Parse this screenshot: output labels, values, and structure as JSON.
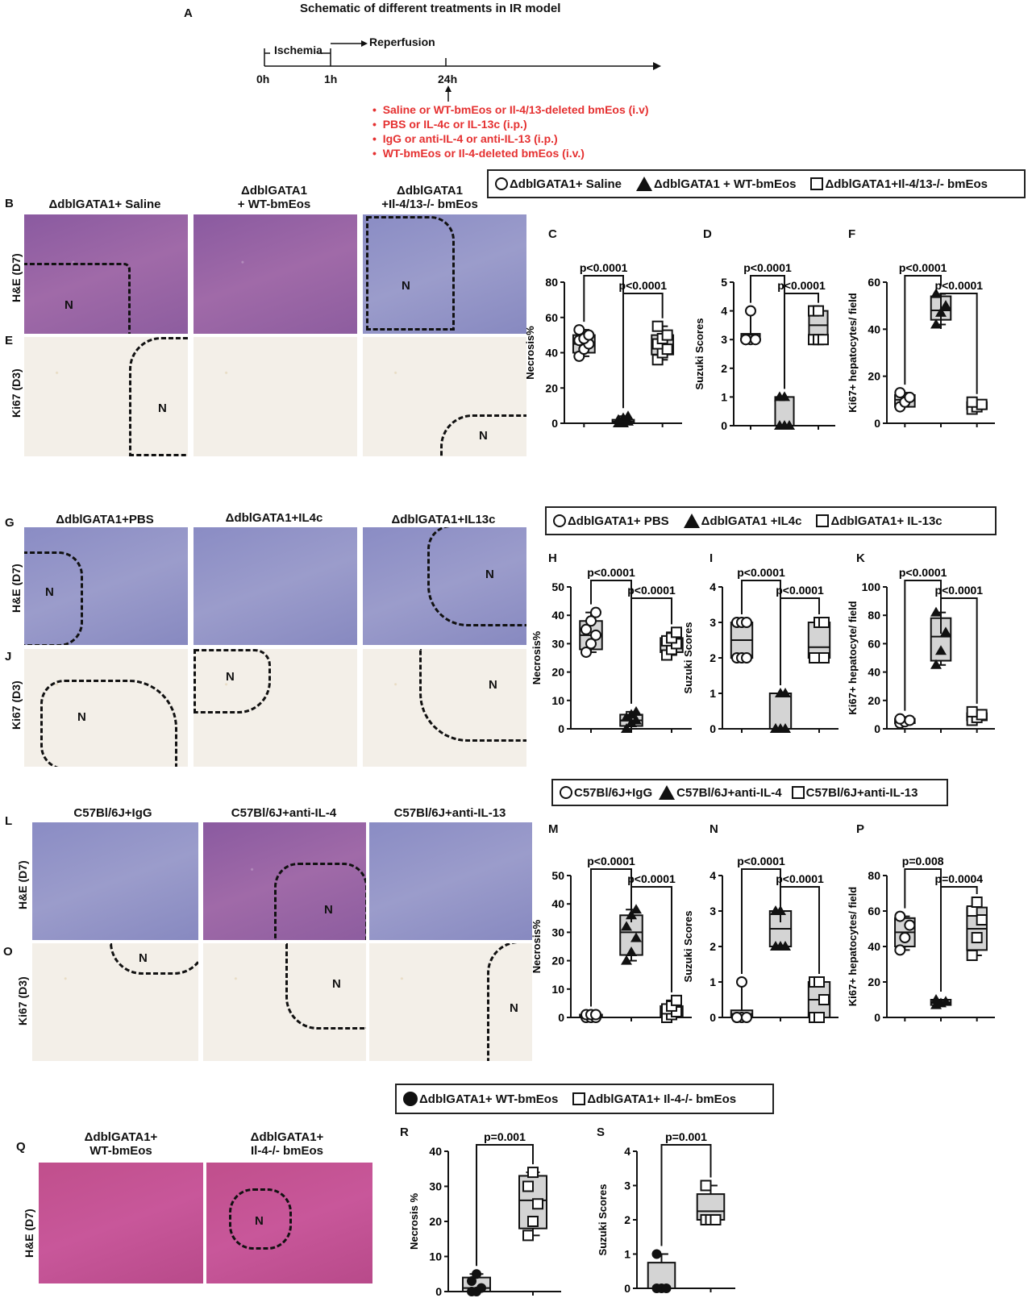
{
  "schematic": {
    "label": "A",
    "title": "Schematic of different treatments in IR model",
    "ischemia": "Ischemia",
    "reperfusion": "Reperfusion",
    "ticks": [
      "0h",
      "1h",
      "24h"
    ],
    "treatments": [
      "Saline or WT-bmEos or Il-4/13-deleted bmEos (i.v)",
      "PBS or IL-4c or IL-13c (i.p.)",
      "IgG or anti-IL-4 or anti-IL-13 (i.p.)",
      "WT-bmEos or Il-4-deleted bmEos (i.v.)"
    ],
    "treatment_color": "#e53030"
  },
  "row1": {
    "legend": [
      "ΔdblGATA1+ Saline",
      "ΔdblGATA1 + WT-bmEos",
      "ΔdblGATA1+Il-4/13-/- bmEos"
    ],
    "col_titles": [
      "ΔdblGATA1+ Saline",
      "ΔdblGATA1\n+ WT-bmEos",
      "ΔdblGATA1\n+Il-4/13-/- bmEos"
    ],
    "labels": {
      "B": "B",
      "E": "E",
      "C": "C",
      "D": "D",
      "F": "F"
    },
    "row_he": "H&E (D7)",
    "row_ki": "Ki67 (D3)",
    "N": "N"
  },
  "row2": {
    "legend": [
      "ΔdblGATA1+ PBS",
      "ΔdblGATA1 +IL4c",
      "ΔdblGATA1+ IL-13c"
    ],
    "col_titles": [
      "ΔdblGATA1+PBS",
      "ΔdblGATA1+IL4c",
      "ΔdblGATA1+IL13c"
    ],
    "labels": {
      "G": "G",
      "J": "J",
      "H": "H",
      "I": "I",
      "K": "K"
    },
    "row_he": "H&E (D7)",
    "row_ki": "Ki67 (D3)",
    "N": "N"
  },
  "row3": {
    "legend": [
      "C57Bl/6J+IgG",
      "C57Bl/6J+anti-IL-4",
      "C57Bl/6J+anti-IL-13"
    ],
    "col_titles": [
      "C57Bl/6J+IgG",
      "C57Bl/6J+anti-IL-4",
      "C57Bl/6J+anti-IL-13"
    ],
    "labels": {
      "L": "L",
      "O": "O",
      "M": "M",
      "N": "N",
      "P": "P"
    },
    "row_he": "H&E (D7)",
    "row_ki": "Ki67 (D3)",
    "N": "N"
  },
  "row4": {
    "legend": [
      "ΔdblGATA1+ WT-bmEos",
      "ΔdblGATA1+ Il-4-/- bmEos"
    ],
    "col_titles": [
      "ΔdblGATA1+\nWT-bmEos",
      "ΔdblGATA1+\nIl-4-/- bmEos"
    ],
    "labels": {
      "Q": "Q",
      "R": "R",
      "S": "S"
    },
    "row_he": "H&E (D7)",
    "N": "N"
  },
  "chart_data": [
    {
      "id": "C",
      "type": "box",
      "ylabel": "Necrosis%",
      "ylim": [
        0,
        80
      ],
      "yticks": [
        0,
        20,
        40,
        60,
        80
      ],
      "groups": [
        {
          "marker": "circle",
          "points": [
            38,
            42,
            45,
            47,
            48,
            50,
            53
          ],
          "box": [
            40,
            50
          ],
          "median": 45
        },
        {
          "marker": "triangle",
          "points": [
            0,
            0,
            1,
            2,
            3,
            4
          ],
          "box": [
            0,
            2
          ],
          "median": 1
        },
        {
          "marker": "square",
          "points": [
            36,
            40,
            42,
            45,
            48,
            50,
            55
          ],
          "box": [
            39,
            50
          ],
          "median": 44
        }
      ],
      "pvals": [
        {
          "text": "p<0.0001",
          "from": 0,
          "to": 1
        },
        {
          "text": "p<0.0001",
          "from": 1,
          "to": 2
        }
      ]
    },
    {
      "id": "D",
      "type": "box",
      "ylabel": "Suzuki Scores",
      "ylim": [
        0,
        5
      ],
      "yticks": [
        0,
        1,
        2,
        3,
        4,
        5
      ],
      "groups": [
        {
          "marker": "circle",
          "points": [
            3,
            3,
            3,
            3,
            4
          ],
          "box": [
            3,
            3.2
          ],
          "median": 3.1
        },
        {
          "marker": "triangle",
          "points": [
            0,
            0,
            0,
            1,
            1
          ],
          "box": [
            0,
            1
          ],
          "median": 0
        },
        {
          "marker": "square",
          "points": [
            3,
            3,
            3,
            4,
            4
          ],
          "box": [
            3,
            4
          ],
          "median": 3.5
        }
      ],
      "pvals": [
        {
          "text": "p<0.0001",
          "from": 0,
          "to": 1
        },
        {
          "text": "p<0.0001",
          "from": 1,
          "to": 2
        }
      ]
    },
    {
      "id": "F",
      "type": "box",
      "ylabel": "Ki67+ hepatocytes/ field",
      "ylim": [
        0,
        60
      ],
      "yticks": [
        0,
        20,
        40,
        60
      ],
      "groups": [
        {
          "marker": "circle",
          "points": [
            7,
            9,
            11,
            13
          ],
          "box": [
            7,
            12
          ],
          "median": 10
        },
        {
          "marker": "triangle",
          "points": [
            42,
            47,
            50,
            55
          ],
          "box": [
            44,
            54
          ],
          "median": 48
        },
        {
          "marker": "square",
          "points": [
            6,
            7,
            8,
            9
          ],
          "box": [
            6,
            9
          ],
          "median": 7.5
        }
      ],
      "pvals": [
        {
          "text": "p<0.0001",
          "from": 0,
          "to": 1
        },
        {
          "text": "p<0.0001",
          "from": 1,
          "to": 2
        }
      ]
    },
    {
      "id": "H",
      "type": "box",
      "ylabel": "Necrosis%",
      "ylim": [
        0,
        50
      ],
      "yticks": [
        0,
        10,
        20,
        30,
        40,
        50
      ],
      "groups": [
        {
          "marker": "circle",
          "points": [
            27,
            30,
            33,
            35,
            38,
            41
          ],
          "box": [
            28,
            38
          ],
          "median": 33
        },
        {
          "marker": "triangle",
          "points": [
            0,
            2,
            3,
            4,
            5,
            6
          ],
          "box": [
            1,
            5
          ],
          "median": 3
        },
        {
          "marker": "square",
          "points": [
            26,
            28,
            30,
            31,
            32,
            34
          ],
          "box": [
            27,
            32
          ],
          "median": 30
        }
      ],
      "pvals": [
        {
          "text": "p<0.0001",
          "from": 0,
          "to": 1
        },
        {
          "text": "p<0.0001",
          "from": 1,
          "to": 2
        }
      ]
    },
    {
      "id": "I",
      "type": "box",
      "ylabel": "Suzuki Scores",
      "ylim": [
        0,
        4
      ],
      "yticks": [
        0,
        1,
        2,
        3,
        4
      ],
      "groups": [
        {
          "marker": "circle",
          "points": [
            2,
            2,
            2,
            3,
            3,
            3
          ],
          "box": [
            2,
            3
          ],
          "median": 2.5
        },
        {
          "marker": "triangle",
          "points": [
            0,
            0,
            0,
            0,
            1,
            1
          ],
          "box": [
            0,
            1
          ],
          "median": 0
        },
        {
          "marker": "square",
          "points": [
            2,
            2,
            2,
            2,
            3,
            3
          ],
          "box": [
            2,
            3
          ],
          "median": 2.3
        }
      ],
      "pvals": [
        {
          "text": "p<0.0001",
          "from": 0,
          "to": 1
        },
        {
          "text": "p<0.0001",
          "from": 1,
          "to": 2
        }
      ]
    },
    {
      "id": "K",
      "type": "box",
      "ylabel": "Ki67+ hepatocyte/ field",
      "ylim": [
        0,
        100
      ],
      "yticks": [
        0,
        20,
        40,
        60,
        80,
        100
      ],
      "groups": [
        {
          "marker": "circle",
          "points": [
            4,
            5,
            6,
            7
          ],
          "box": [
            4,
            7
          ],
          "median": 5.5
        },
        {
          "marker": "triangle",
          "points": [
            45,
            55,
            68,
            82
          ],
          "box": [
            48,
            78
          ],
          "median": 65
        },
        {
          "marker": "square",
          "points": [
            6,
            8,
            10,
            12
          ],
          "box": [
            6,
            11
          ],
          "median": 9
        }
      ],
      "pvals": [
        {
          "text": "p<0.0001",
          "from": 0,
          "to": 1
        },
        {
          "text": "p<0.0001",
          "from": 1,
          "to": 2
        }
      ]
    },
    {
      "id": "M",
      "type": "box",
      "ylabel": "Necrosis%",
      "ylim": [
        0,
        50
      ],
      "yticks": [
        0,
        10,
        20,
        30,
        40,
        50
      ],
      "groups": [
        {
          "marker": "circle",
          "points": [
            0,
            0,
            0,
            1,
            1,
            1
          ],
          "box": [
            0,
            1
          ],
          "median": 0.5
        },
        {
          "marker": "triangle",
          "points": [
            20,
            23,
            28,
            32,
            36,
            38
          ],
          "box": [
            22,
            36
          ],
          "median": 30
        },
        {
          "marker": "square",
          "points": [
            0,
            1,
            2,
            3,
            4,
            6
          ],
          "box": [
            0,
            4
          ],
          "median": 2
        }
      ],
      "pvals": [
        {
          "text": "p<0.0001",
          "from": 0,
          "to": 1
        },
        {
          "text": "p<0.0001",
          "from": 1,
          "to": 2
        }
      ]
    },
    {
      "id": "N",
      "type": "box",
      "ylabel": "Suzuki Scores",
      "ylim": [
        0,
        4
      ],
      "yticks": [
        0,
        1,
        2,
        3,
        4
      ],
      "groups": [
        {
          "marker": "circle",
          "points": [
            0,
            0,
            0,
            0,
            1
          ],
          "box": [
            0,
            0.2
          ],
          "median": 0.1
        },
        {
          "marker": "triangle",
          "points": [
            2,
            2,
            2,
            3,
            3
          ],
          "box": [
            2,
            3
          ],
          "median": 2.5
        },
        {
          "marker": "square",
          "points": [
            0,
            0,
            0.5,
            1,
            1
          ],
          "box": [
            0,
            1
          ],
          "median": 0.5
        }
      ],
      "pvals": [
        {
          "text": "p<0.0001",
          "from": 0,
          "to": 1
        },
        {
          "text": "p<0.0001",
          "from": 1,
          "to": 2
        }
      ]
    },
    {
      "id": "P",
      "type": "box",
      "ylabel": "Ki67+ hepatocytes/ field",
      "ylim": [
        0,
        80
      ],
      "yticks": [
        0,
        20,
        40,
        60,
        80
      ],
      "groups": [
        {
          "marker": "circle",
          "points": [
            38,
            45,
            52,
            57
          ],
          "box": [
            40,
            56
          ],
          "median": 48
        },
        {
          "marker": "triangle",
          "points": [
            7,
            8,
            9,
            10
          ],
          "box": [
            7,
            10
          ],
          "median": 8.5
        },
        {
          "marker": "square",
          "points": [
            35,
            45,
            55,
            60,
            65
          ],
          "box": [
            38,
            62
          ],
          "median": 50
        }
      ],
      "pvals": [
        {
          "text": "p=0.008",
          "from": 0,
          "to": 1
        },
        {
          "text": "p=0.0004",
          "from": 1,
          "to": 2
        }
      ]
    },
    {
      "id": "R",
      "type": "box",
      "ylabel": "Necrosis %",
      "ylim": [
        0,
        40
      ],
      "yticks": [
        0,
        10,
        20,
        30,
        40
      ],
      "groups": [
        {
          "marker": "filled-circle",
          "points": [
            0,
            0,
            1,
            3,
            5
          ],
          "box": [
            0,
            4
          ],
          "median": 1
        },
        {
          "marker": "square",
          "points": [
            16,
            20,
            25,
            30,
            34
          ],
          "box": [
            18,
            33
          ],
          "median": 26
        }
      ],
      "pvals": [
        {
          "text": "p=0.001",
          "from": 0,
          "to": 1
        }
      ]
    },
    {
      "id": "S",
      "type": "box",
      "ylabel": "Suzuki Scores",
      "ylim": [
        0,
        4
      ],
      "yticks": [
        0,
        1,
        2,
        3,
        4
      ],
      "groups": [
        {
          "marker": "filled-circle",
          "points": [
            0,
            0,
            0,
            1
          ],
          "box": [
            0,
            0.75
          ],
          "median": 0
        },
        {
          "marker": "square",
          "points": [
            2,
            2,
            2,
            3
          ],
          "box": [
            2,
            2.75
          ],
          "median": 2.25
        }
      ],
      "pvals": [
        {
          "text": "p=0.001",
          "from": 0,
          "to": 1
        }
      ]
    }
  ]
}
